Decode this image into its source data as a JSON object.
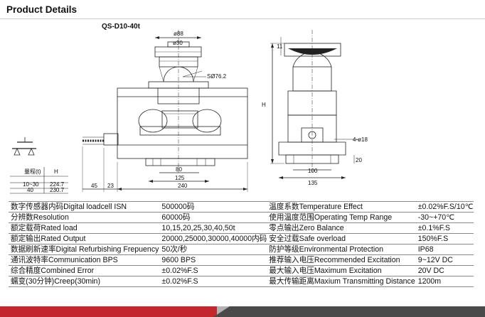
{
  "header": {
    "title": "Product Details"
  },
  "drawing": {
    "model": "QS-D10-40t",
    "dims": {
      "d88": "ø88",
      "d30": "ø30",
      "sr76": "SØ76.2",
      "w80": "80",
      "w125": "125",
      "w240": "240",
      "w45": "45",
      "w23": "23",
      "h_label": "H",
      "top11": "11",
      "holes": "4-ø18",
      "h20": "20",
      "w100": "100",
      "w135": "135"
    },
    "capacity_table": {
      "headers": [
        "量程(t)",
        "H"
      ],
      "rows": [
        [
          "10~30",
          "224.7"
        ],
        [
          "40",
          "230.7"
        ]
      ]
    }
  },
  "specs": {
    "rows": [
      [
        "数字传感器内码Digital loadcell ISN",
        "500000码",
        "温度系数Temperature Effect",
        "±0.02%F.S/10℃"
      ],
      [
        "分辨数Resolution",
        "60000码",
        "使用温度范围Operating Temp Range",
        "-30~+70℃"
      ],
      [
        "额定载荷Rated load",
        "10,15,20,25,30,40,50t",
        "零点输出Zero Balance",
        "±0.1%F.S"
      ],
      [
        "额定输出Rated Output",
        "20000,25000,30000,40000内码",
        "安全过载Safe overload",
        "150%F.S"
      ],
      [
        "数据刷新速率Digital Refurbishing Frepuency",
        "50次/秒",
        "防护等级Environmental Protection",
        "IP68"
      ],
      [
        "通讯波特率Communication BPS",
        "9600 BPS",
        "推荐输入电压Recommended Excitation",
        "9~12V DC"
      ],
      [
        "综合精度Combined Error",
        "±0.02%F.S",
        "最大输入电压Maximum Excitation",
        "20V DC"
      ],
      [
        "蠕变(30分钟)Creep(30min)",
        "±0.02%F.S",
        "最大传输距离Maxium Transmitting Distance",
        "1200m"
      ]
    ]
  },
  "colors": {
    "accent_red": "#c4262e",
    "footer_dark": "#4a4a4a",
    "footer_grey": "#b3b3b3"
  }
}
